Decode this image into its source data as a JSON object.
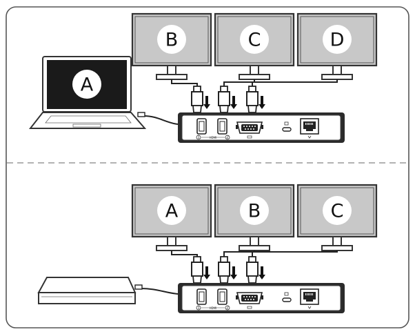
{
  "colors": {
    "frame": "#555555",
    "monitor_screen": "#c8c8c8",
    "monitor_bezel": "#333333",
    "laptop_screen": "#1a1a1a",
    "dock_body": "#2b2b2b",
    "divider": "#999999"
  },
  "top_scene": {
    "laptop_label": "A",
    "monitors": [
      {
        "label": "B"
      },
      {
        "label": "C"
      },
      {
        "label": "D"
      }
    ],
    "dock": {
      "port_hdmi1_num": "1",
      "port_hdmi2_num": "2",
      "hdmi_caption": "HDMI"
    }
  },
  "bottom_scene": {
    "monitors": [
      {
        "label": "A"
      },
      {
        "label": "B"
      },
      {
        "label": "C"
      }
    ],
    "dock": {
      "port_hdmi1_num": "1",
      "port_hdmi2_num": "2",
      "hdmi_caption": "HDMI"
    }
  }
}
